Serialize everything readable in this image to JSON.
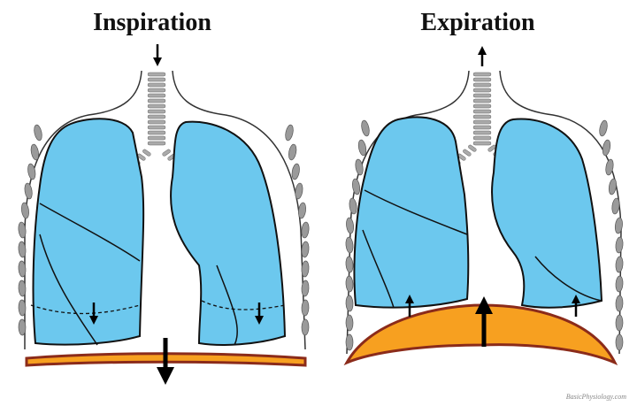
{
  "titles": {
    "left": "Inspiration",
    "right": "Expiration"
  },
  "watermark": "BasicPhysiology.com",
  "colors": {
    "lung": "#6cc8ee",
    "diaphragm": "#f7a020",
    "diaphragm_edge": "#8b2b1a",
    "rib": "#9a9a9a"
  }
}
